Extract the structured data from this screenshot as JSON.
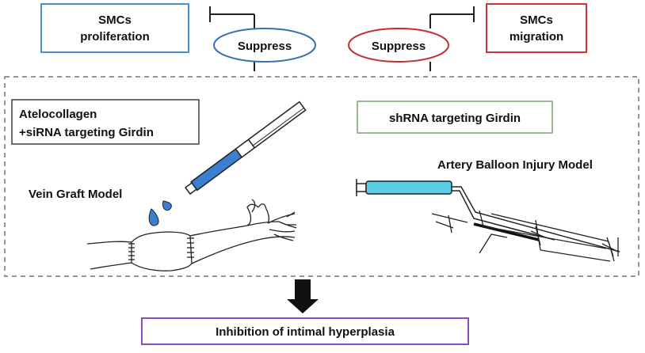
{
  "top": {
    "proliferation_line1": "SMCs",
    "proliferation_line2": "proliferation",
    "suppress_left": "Suppress",
    "suppress_right": "Suppress",
    "migration_line1": "SMCs",
    "migration_line2": "migration"
  },
  "vein_graft": {
    "agent_line1": "Atelocollagen",
    "agent_line2": "+siRNA targeting Girdin",
    "model_label": "Vein Graft Model"
  },
  "balloon": {
    "agent_label": "shRNA targeting Girdin",
    "model_label": "Artery Balloon Injury Model"
  },
  "result": {
    "label": "Inhibition of intimal hyperplasia"
  },
  "colors": {
    "proliferation": "#4a8fd0",
    "migration": "#d03838",
    "suppress_left": "#3d6fb0",
    "suppress_right": "#c43030",
    "dashed_border": "#8a9a9a",
    "balloon_box": "#7aa070",
    "result_box": "#8c4bbf",
    "syringe_blue": "#3a7fd0",
    "drop_blue": "#3a7fd0",
    "balloon_cyan": "#5ccbe8"
  }
}
